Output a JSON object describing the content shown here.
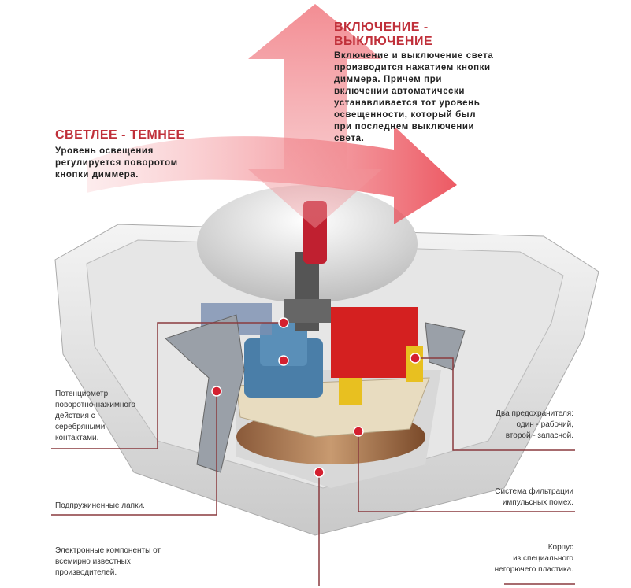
{
  "top_section": {
    "title_line1": "ВКЛЮЧЕНИЕ -",
    "title_line2": "ВЫКЛЮЧЕНИЕ",
    "description": [
      "Включение и выключение света",
      "производится нажатием кнопки",
      "диммера. Причем при",
      "включении автоматически",
      "устанавливается тот уровень",
      "освещенности, который был",
      "при последнем выключении",
      "света."
    ]
  },
  "left_section": {
    "title": "СВЕТЛЕЕ - ТЕМНЕЕ",
    "description": [
      "Уровень освещения",
      "регулируется поворотом",
      "кнопки диммера."
    ]
  },
  "callouts": {
    "potentiometer": [
      "Потенциометр",
      "поворотно-нажимного",
      "действия с",
      "серебряными",
      "контактами."
    ],
    "springs": [
      "Подпружиненные лапки."
    ],
    "electronics": [
      "Электронные компоненты от",
      "всемирно известных",
      "производителей."
    ],
    "fuses": [
      "Два предохранителя:",
      "один - рабочий,",
      "второй - запасной."
    ],
    "filter": [
      "Система фильтрации",
      "импульсных помех."
    ],
    "housing": [
      "Корпус",
      "из специального",
      "негорючего пластика."
    ]
  },
  "colors": {
    "accent": "#c0303a",
    "arrow": "#e84a55",
    "leader": "#8a3a3e"
  }
}
